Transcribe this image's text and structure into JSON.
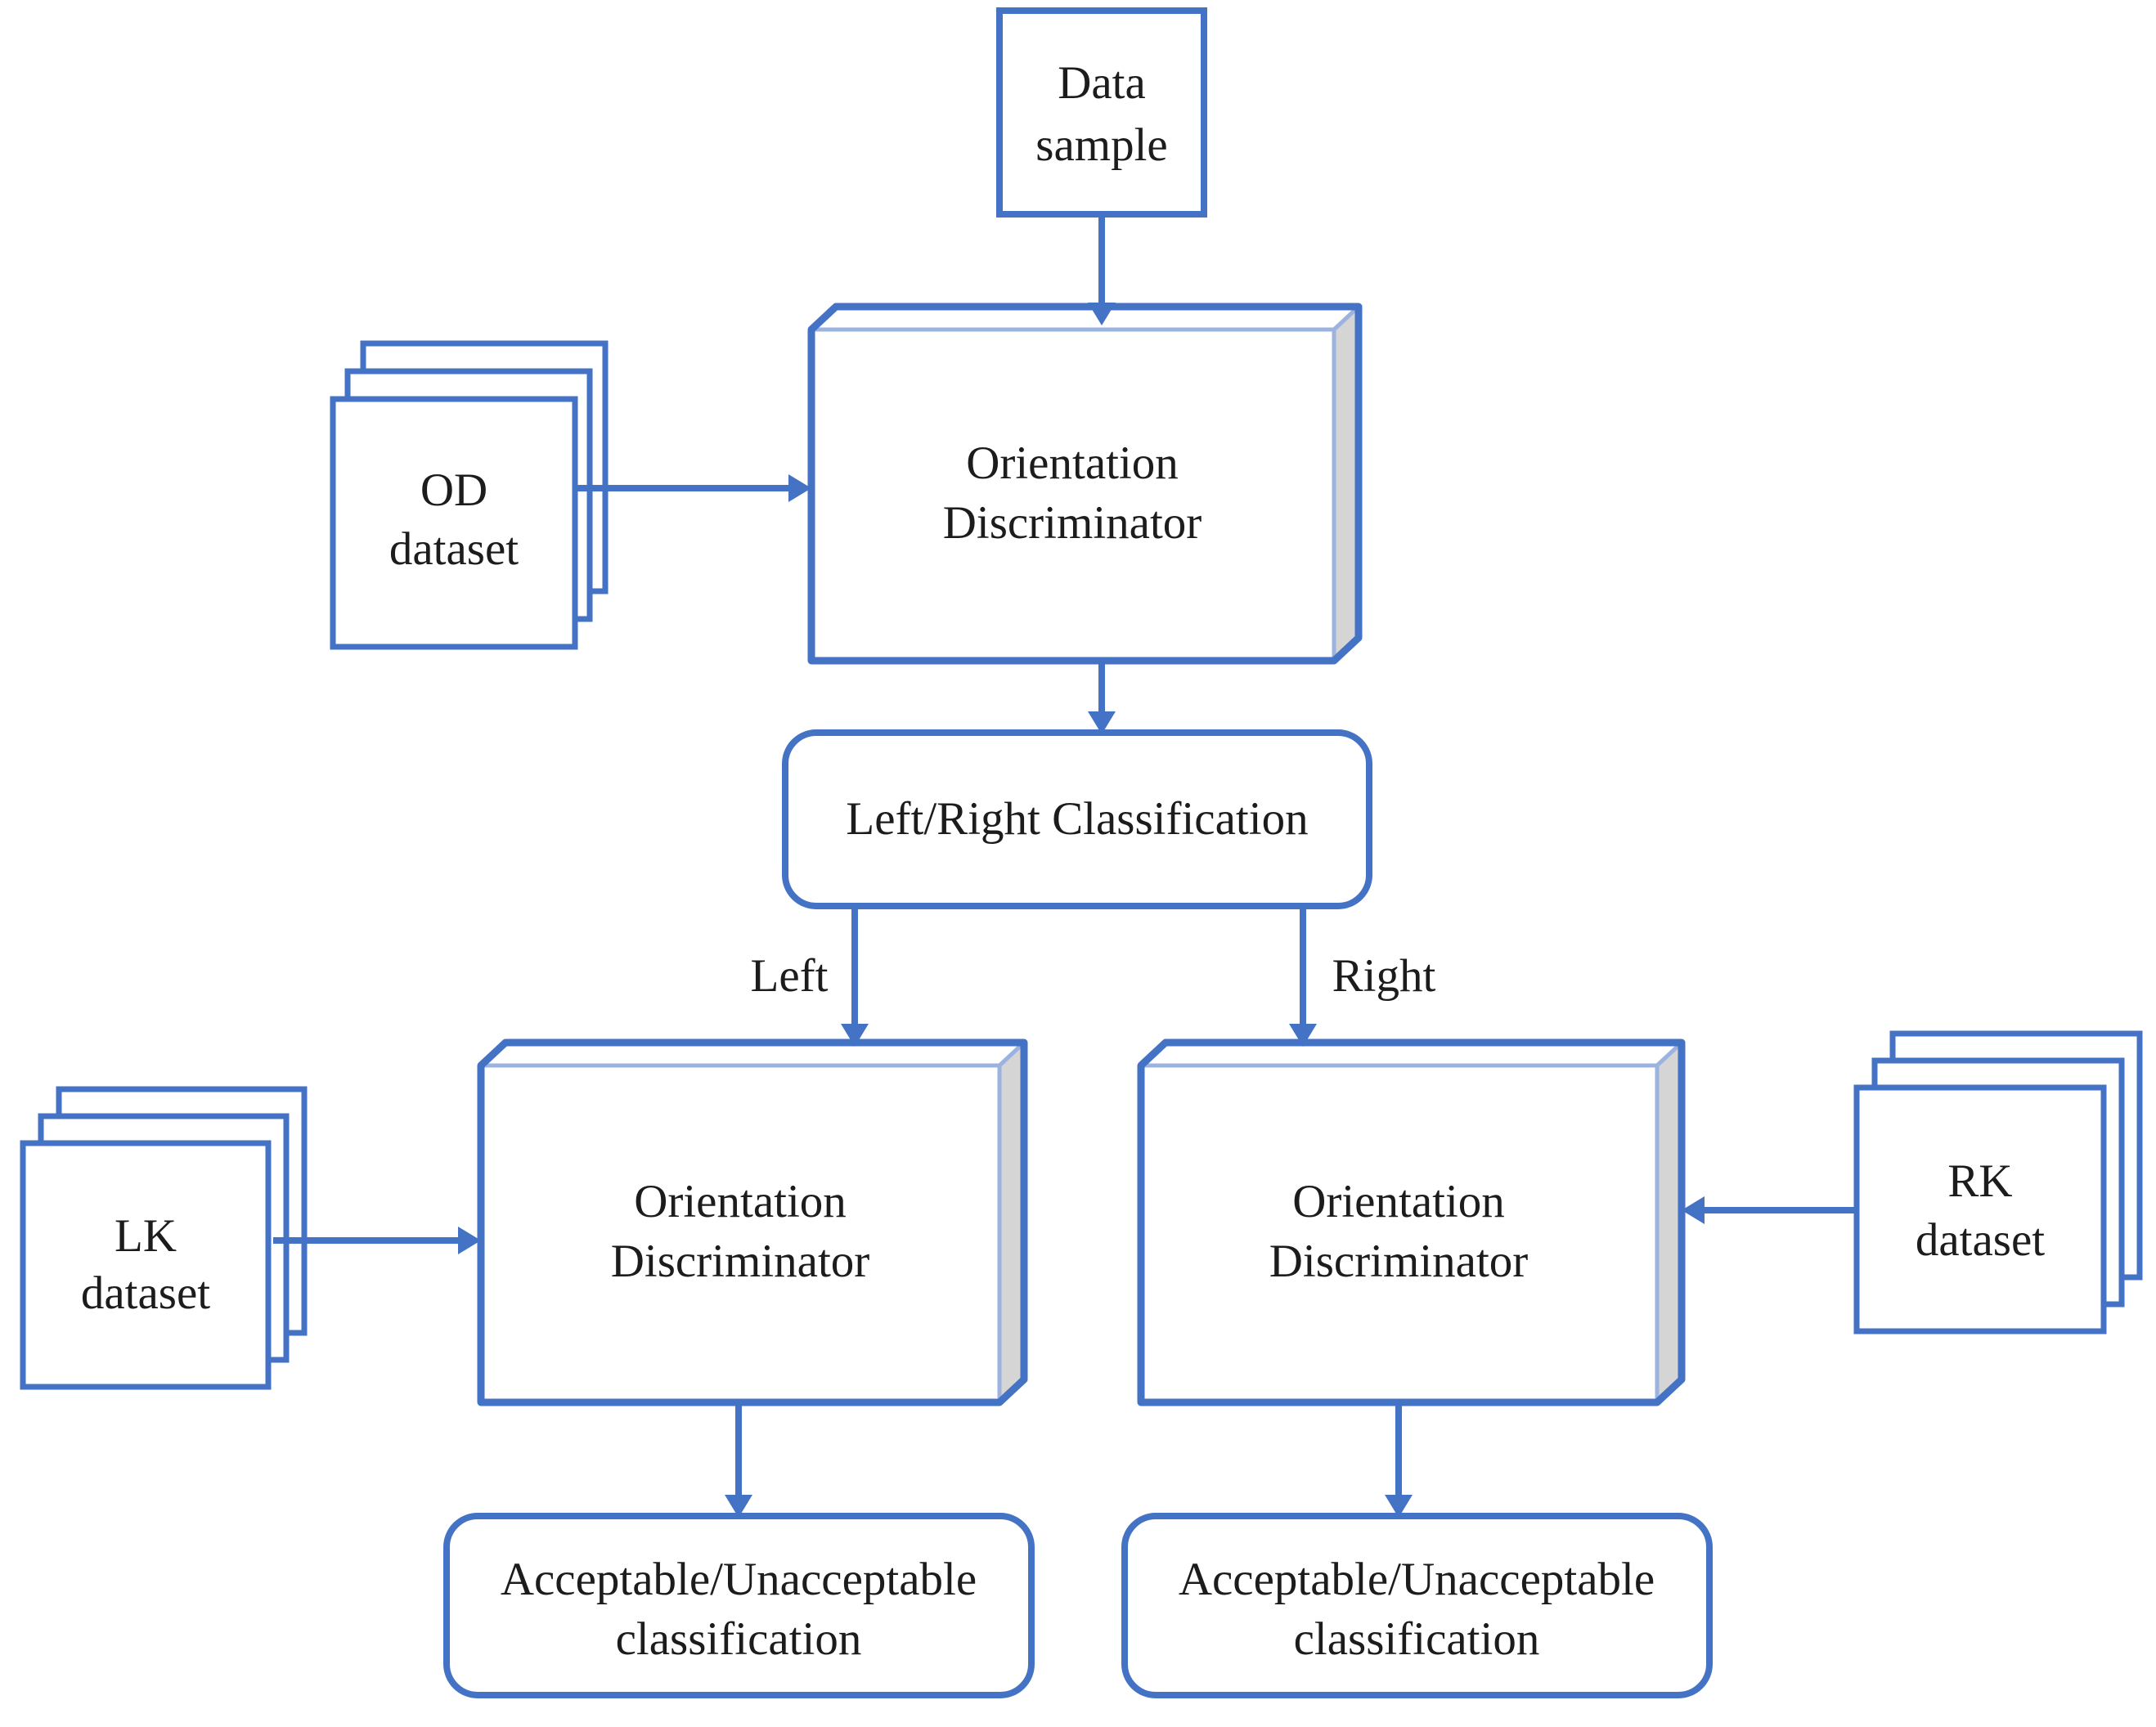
{
  "title": "Orientation discriminator flow diagram",
  "colors": {
    "accent": "#4472C4",
    "accent_light": "#9DB3DF",
    "cube_side": "#D5D5D5",
    "text": "#1C1C1C",
    "background": "#FFFFFF"
  },
  "nodes": {
    "data_sample": {
      "label": "Data sample",
      "lines": [
        "Data",
        "sample"
      ]
    },
    "od_dataset": {
      "label": "OD dataset",
      "lines": [
        "OD",
        "dataset"
      ]
    },
    "orientation_discriminator_top": {
      "label": "Orientation Discriminator",
      "lines": [
        "Orientation",
        "Discriminator"
      ]
    },
    "left_right_classification": {
      "label": "Left/Right Classification"
    },
    "lk_dataset": {
      "label": "LK dataset",
      "lines": [
        "LK",
        "dataset"
      ]
    },
    "rk_dataset": {
      "label": "RK dataset",
      "lines": [
        "RK",
        "dataset"
      ]
    },
    "orientation_discriminator_left": {
      "label": "Orientation Discriminator",
      "lines": [
        "Orientation",
        "Discriminator"
      ]
    },
    "orientation_discriminator_right": {
      "label": "Orientation Discriminator",
      "lines": [
        "Orientation",
        "Discriminator"
      ]
    },
    "outcome_left": {
      "label": "Acceptable/Unacceptable classification",
      "lines": [
        "Acceptable/Unacceptable",
        "classification"
      ]
    },
    "outcome_right": {
      "label": "Acceptable/Unacceptable classification",
      "lines": [
        "Acceptable/Unacceptable",
        "classification"
      ]
    }
  },
  "edge_labels": {
    "left": "Left",
    "right": "Right"
  }
}
